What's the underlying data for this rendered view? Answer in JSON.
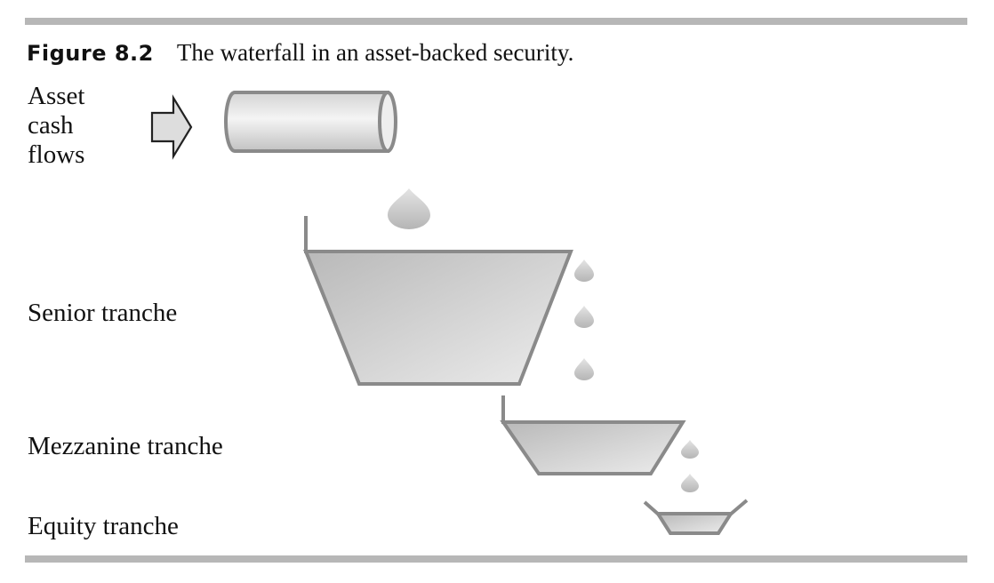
{
  "figure": {
    "label": "Figure 8.2",
    "title": "The waterfall in an asset-backed security."
  },
  "labels": {
    "asset_cash_flows": [
      "Asset",
      "cash",
      "flows"
    ],
    "senior": "Senior tranche",
    "mezzanine": "Mezzanine tranche",
    "equity": "Equity tranche"
  },
  "colors": {
    "rule": "#b7b7b7",
    "outline": "#8a8a8a",
    "fill_light": "#eeeeee",
    "fill_dark": "#bdbdbd"
  }
}
